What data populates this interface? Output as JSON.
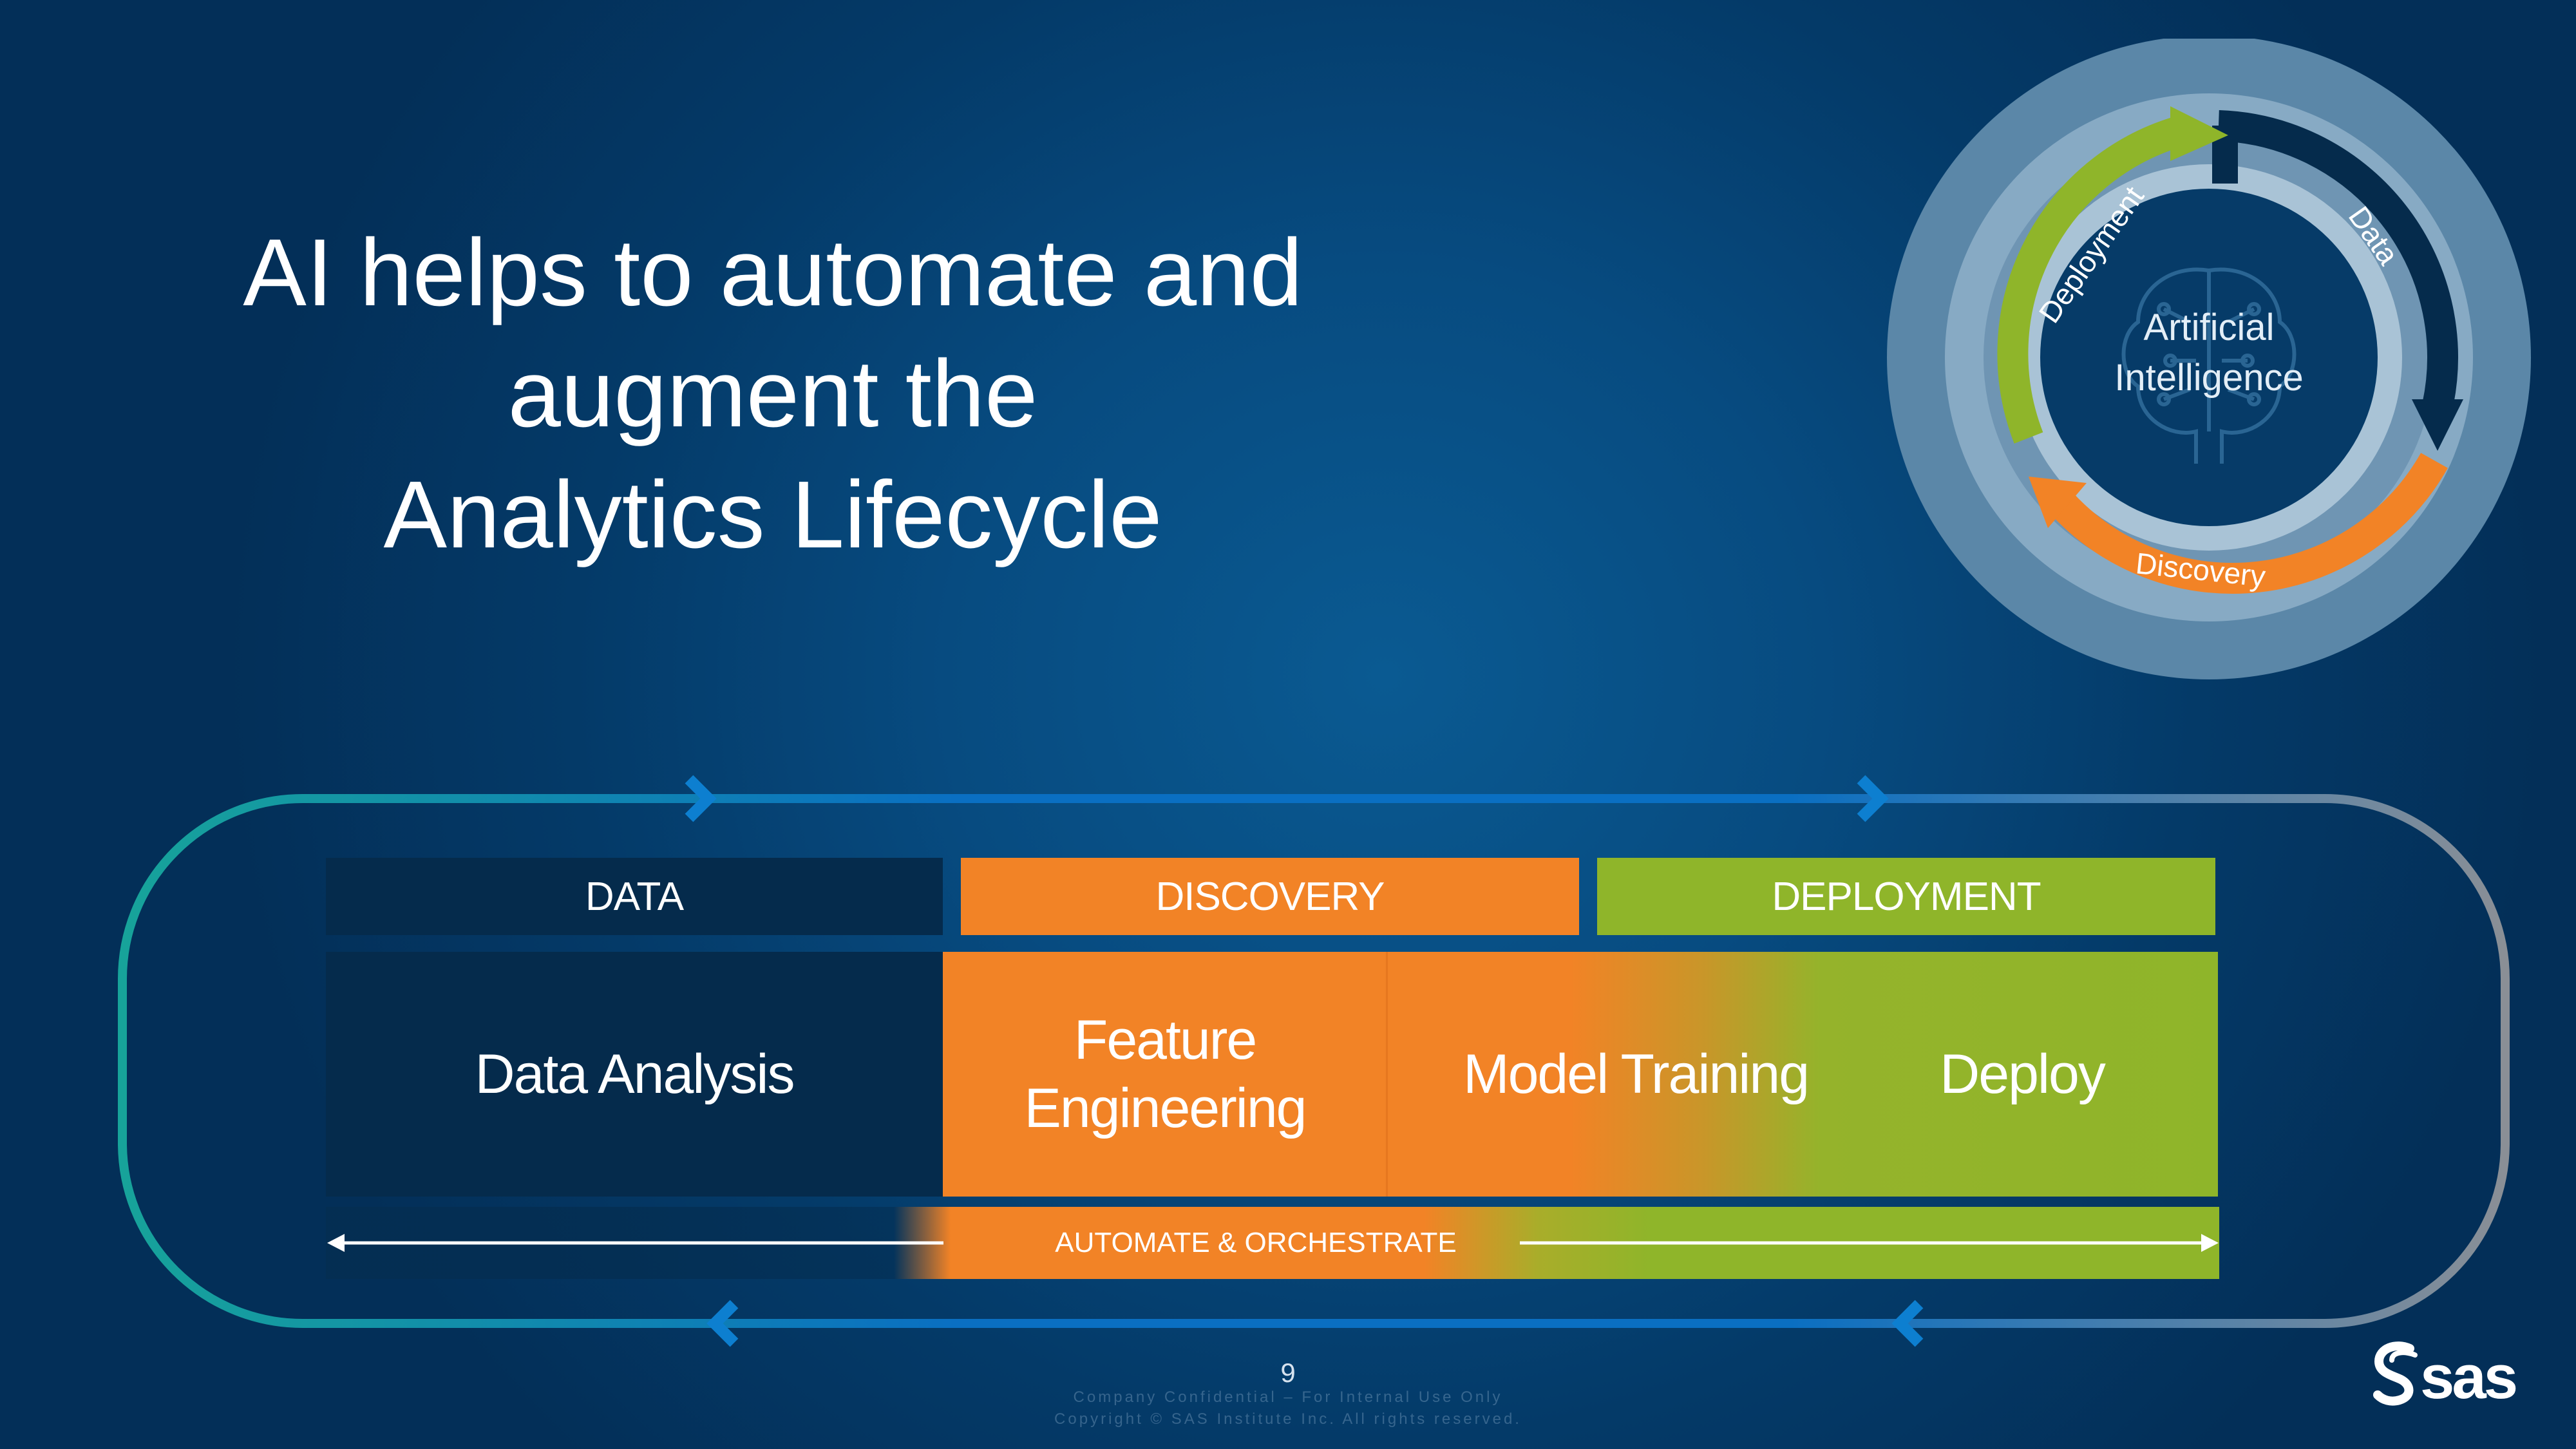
{
  "slide": {
    "title_lines": [
      "AI helps to automate and",
      "augment the",
      "Analytics Lifecycle"
    ],
    "page_number": "9",
    "footer": {
      "line1": "Company Confidential – For Internal Use Only",
      "line2": "Copyright © SAS Institute Inc. All rights reserved."
    },
    "logo_text": "sas"
  },
  "cycle_graphic": {
    "center_lines": [
      "Artificial",
      "Intelligence"
    ],
    "arc_labels": {
      "data": "Data",
      "discovery": "Discovery",
      "deployment": "Deployment"
    },
    "colors": {
      "data": "#052b4c",
      "discovery": "#f28326",
      "deployment": "#8fb52a"
    }
  },
  "lifecycle": {
    "headers": {
      "data": "DATA",
      "discovery": "DISCOVERY",
      "deployment": "DEPLOYMENT"
    },
    "stages": {
      "data_analysis": "Data Analysis",
      "feature_engineering_line1": "Feature",
      "feature_engineering_line2": "Engineering",
      "model_training": "Model Training",
      "deploy": "Deploy"
    },
    "automate_label": "AUTOMATE & ORCHESTRATE"
  },
  "theme": {
    "background": "#043a68",
    "orange": "#f28326",
    "green": "#8fb52a",
    "navy": "#052b4c",
    "loop_start": "#17a39a",
    "loop_mid": "#0a6fc2",
    "loop_end": "#8a8f96"
  }
}
